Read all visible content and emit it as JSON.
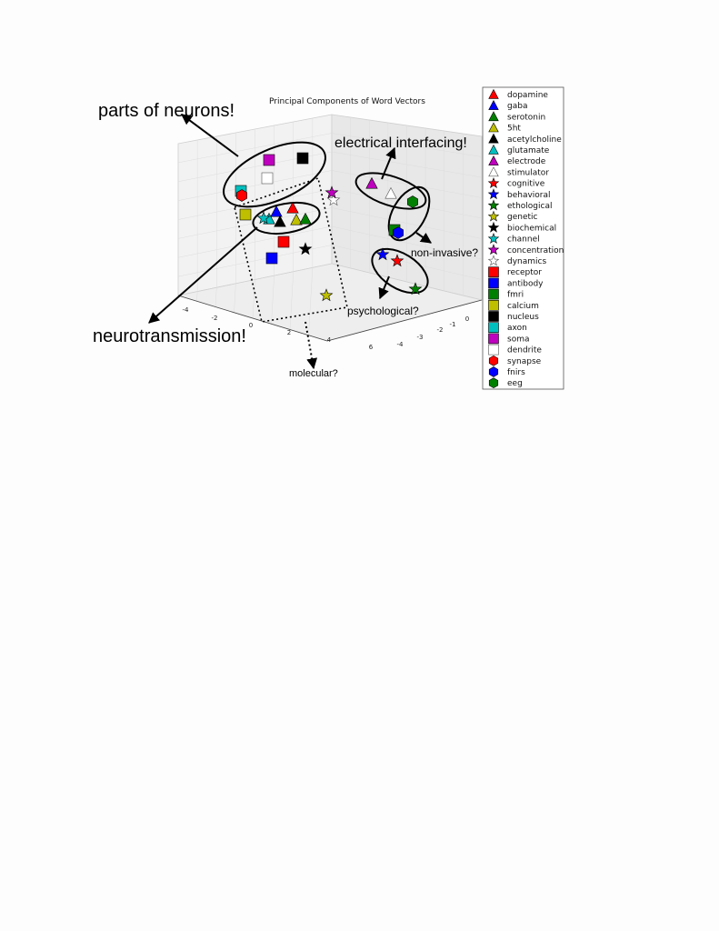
{
  "chart_data": {
    "type": "scatter",
    "title": "Principal Components of Word Vectors",
    "projection": "3d",
    "grid": true,
    "legend_placement": "right",
    "axis_ticks": {
      "x": [
        "-4",
        "-2",
        "0",
        "2",
        "4",
        "6"
      ],
      "y": [
        "-4",
        "-3",
        "-2",
        "-1",
        "0"
      ]
    },
    "series": [
      {
        "name": "dopamine",
        "marker": "triangle",
        "color": "#ff0000"
      },
      {
        "name": "gaba",
        "marker": "triangle",
        "color": "#0000ff"
      },
      {
        "name": "serotonin",
        "marker": "triangle",
        "color": "#008000"
      },
      {
        "name": "5ht",
        "marker": "triangle",
        "color": "#bfbf00"
      },
      {
        "name": "acetylcholine",
        "marker": "triangle",
        "color": "#000000"
      },
      {
        "name": "glutamate",
        "marker": "triangle",
        "color": "#00bfbf"
      },
      {
        "name": "electrode",
        "marker": "triangle",
        "color": "#bf00bf"
      },
      {
        "name": "stimulator",
        "marker": "triangle",
        "color": "#ffffff"
      },
      {
        "name": "cognitive",
        "marker": "star",
        "color": "#ff0000"
      },
      {
        "name": "behavioral",
        "marker": "star",
        "color": "#0000ff"
      },
      {
        "name": "ethological",
        "marker": "star",
        "color": "#008000"
      },
      {
        "name": "genetic",
        "marker": "star",
        "color": "#bfbf00"
      },
      {
        "name": "biochemical",
        "marker": "star",
        "color": "#000000"
      },
      {
        "name": "channel",
        "marker": "star",
        "color": "#00bfbf"
      },
      {
        "name": "concentration",
        "marker": "star",
        "color": "#bf00bf"
      },
      {
        "name": "dynamics",
        "marker": "star",
        "color": "#ffffff"
      },
      {
        "name": "receptor",
        "marker": "square",
        "color": "#ff0000"
      },
      {
        "name": "antibody",
        "marker": "square",
        "color": "#0000ff"
      },
      {
        "name": "fmri",
        "marker": "square",
        "color": "#008000"
      },
      {
        "name": "calcium",
        "marker": "square",
        "color": "#bfbf00"
      },
      {
        "name": "nucleus",
        "marker": "square",
        "color": "#000000"
      },
      {
        "name": "axon",
        "marker": "square",
        "color": "#00bfbf"
      },
      {
        "name": "soma",
        "marker": "square",
        "color": "#bf00bf"
      },
      {
        "name": "dendrite",
        "marker": "square",
        "color": "#ffffff"
      },
      {
        "name": "synapse",
        "marker": "hexagon",
        "color": "#ff0000"
      },
      {
        "name": "fnirs",
        "marker": "hexagon",
        "color": "#0000ff"
      },
      {
        "name": "eeg",
        "marker": "hexagon",
        "color": "#008000"
      }
    ],
    "annotations": [
      "parts of neurons!",
      "electrical interfacing!",
      "non-invasive?",
      "psychological?",
      "neurotransmission!",
      "molecular?"
    ]
  }
}
